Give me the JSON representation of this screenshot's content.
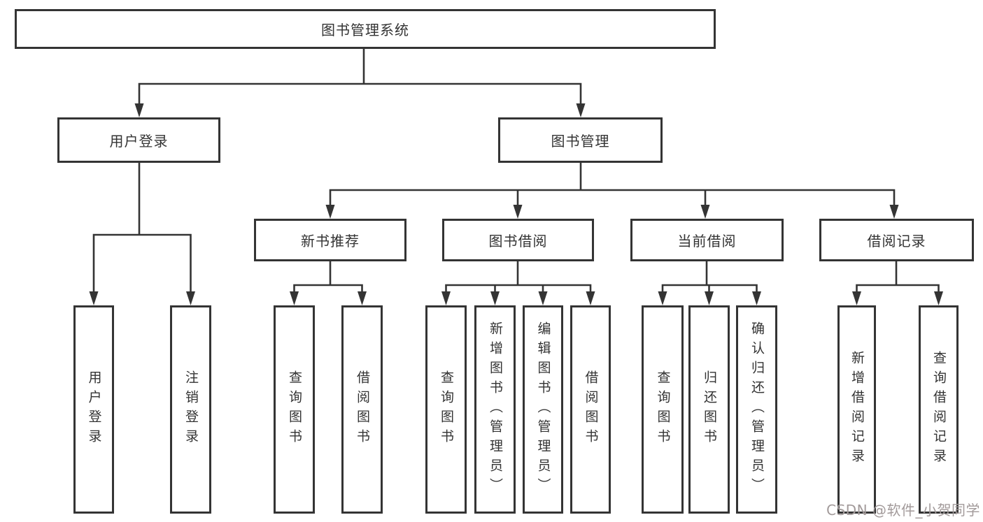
{
  "tree": {
    "root": {
      "label": "图书管理系统"
    },
    "branches": [
      {
        "label": "用户登录",
        "children": [
          {
            "label": "用户登录"
          },
          {
            "label": "注销登录"
          }
        ]
      },
      {
        "label": "图书管理",
        "children": [
          {
            "label": "新书推荐",
            "children": [
              {
                "label": "查询图书"
              },
              {
                "label": "借阅图书"
              }
            ]
          },
          {
            "label": "图书借阅",
            "children": [
              {
                "label": "查询图书"
              },
              {
                "label": "新增图书（管理员）"
              },
              {
                "label": "编辑图书（管理员）"
              },
              {
                "label": "借阅图书"
              }
            ]
          },
          {
            "label": "当前借阅",
            "children": [
              {
                "label": "查询图书"
              },
              {
                "label": "归还图书"
              },
              {
                "label": "确认归还（管理员）"
              }
            ]
          },
          {
            "label": "借阅记录",
            "children": [
              {
                "label": "新增借阅记录"
              },
              {
                "label": "查询借阅记录"
              }
            ]
          }
        ]
      }
    ]
  },
  "watermark": {
    "text": "CSDN @软件_小贺同学",
    "color": "#a29a9a"
  },
  "colors": {
    "line": "#343434",
    "box_border": "#343434",
    "text": "#333333",
    "background": "#ffffff"
  }
}
